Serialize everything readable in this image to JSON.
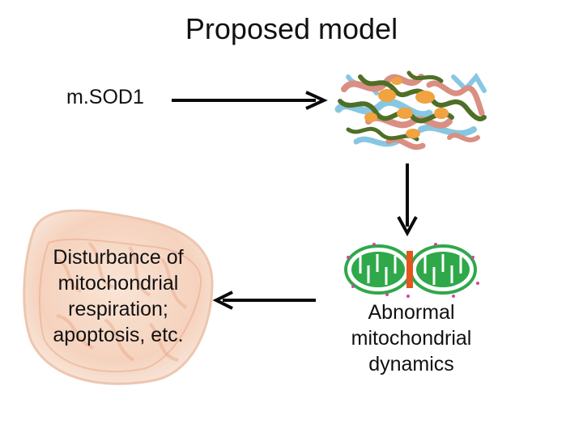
{
  "title": "Proposed model",
  "nodes": {
    "msod1": "m.SOD1",
    "disturbance": [
      "Disturbance of",
      "mitochondrial",
      "respiration;",
      "apoptosis, etc."
    ],
    "abnormal": [
      "Abnormal",
      "mitochondrial",
      "dynamics"
    ]
  },
  "colors": {
    "arrow": "#0a0a0a",
    "aggregate_salmon": "#d98f83",
    "aggregate_green": "#4f6f26",
    "aggregate_orange": "#f0a340",
    "aggregate_blue": "#88c7e2",
    "mito_green": "#2fa84a",
    "mito_divider": "#e3561d",
    "mito_background_faded": "#f3cdb6"
  },
  "icons": [
    "protein-aggregate-icon",
    "dividing-mitochondrion-icon",
    "faded-mitochondrion-icon"
  ]
}
